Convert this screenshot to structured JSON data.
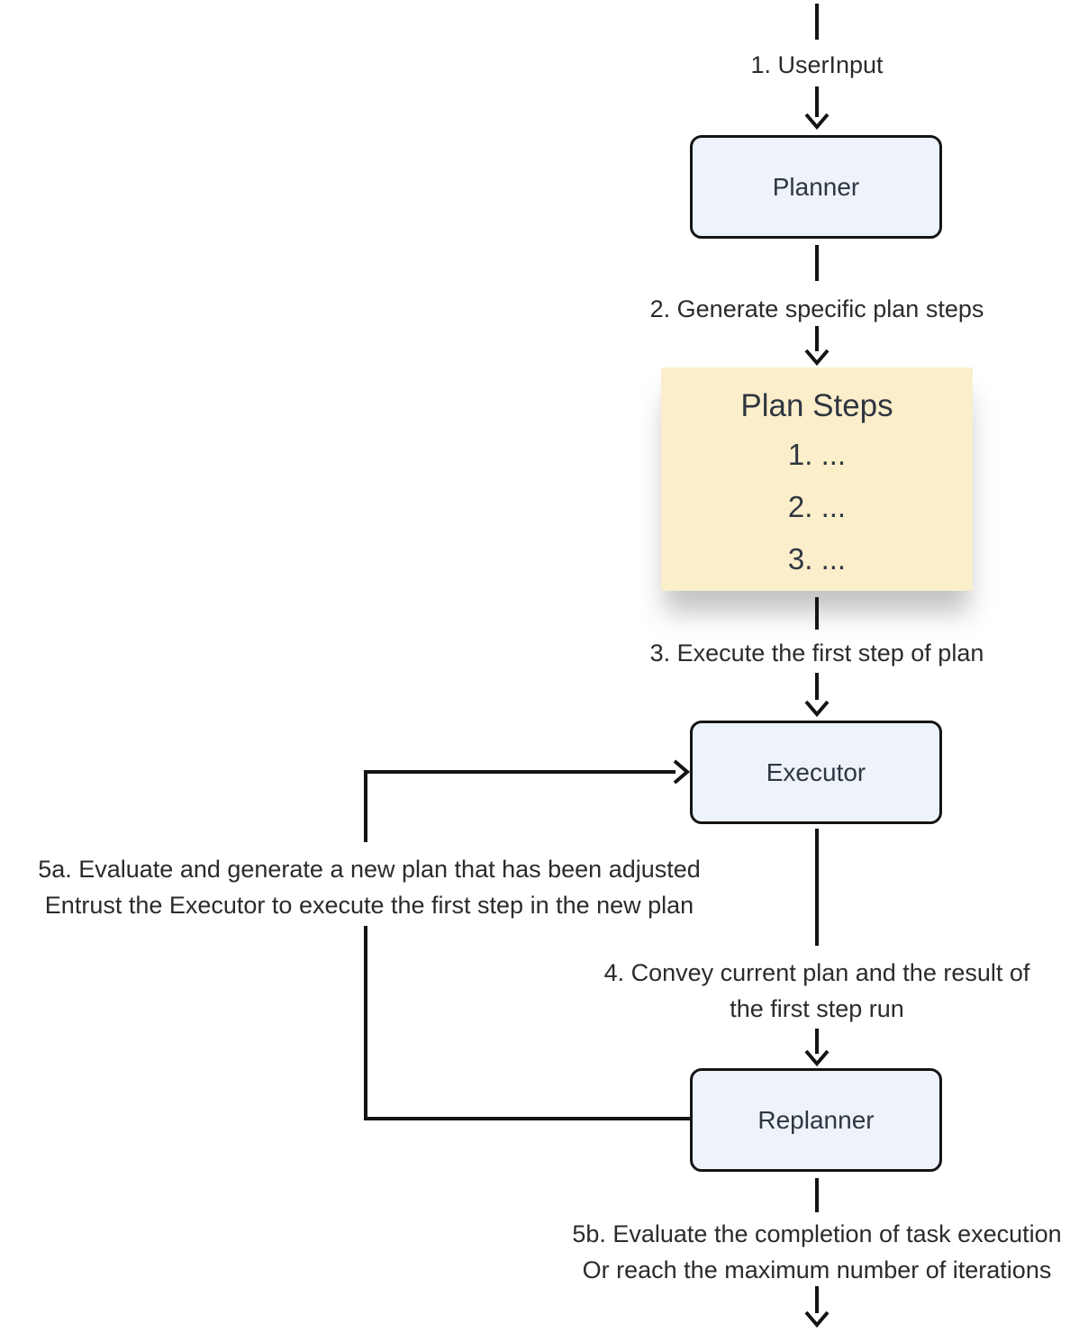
{
  "colors": {
    "background": "#ffffff",
    "node_fill": "#edf2fb",
    "node_border": "#141414",
    "plan_fill": "#fbeecb",
    "line": "#141414",
    "text": "#2b2b2b",
    "node_text": "#2f3640"
  },
  "nodes": {
    "planner": {
      "label": "Planner"
    },
    "plan_steps": {
      "title": "Plan Steps",
      "items": [
        "1. ...",
        "2. ...",
        "3. ..."
      ]
    },
    "executor": {
      "label": "Executor"
    },
    "replanner": {
      "label": "Replanner"
    }
  },
  "edges": {
    "user_input": {
      "label": "1. UserInput"
    },
    "generate_steps": {
      "label": "2. Generate specific plan steps"
    },
    "execute_first": {
      "label": "3. Execute the first step of plan"
    },
    "convey_result": {
      "line1": "4. Convey current plan and the result of",
      "line2": "the first step run"
    },
    "replan": {
      "line1": "5a. Evaluate and generate a new plan that has been adjusted",
      "line2": "Entrust the Executor to execute the first step in the new plan"
    },
    "finish": {
      "line1": "5b. Evaluate the completion of task execution",
      "line2": "Or reach the maximum number of iterations"
    }
  },
  "icons": {
    "arrowhead_down": "chevron-down",
    "arrowhead_right": "chevron-right"
  }
}
